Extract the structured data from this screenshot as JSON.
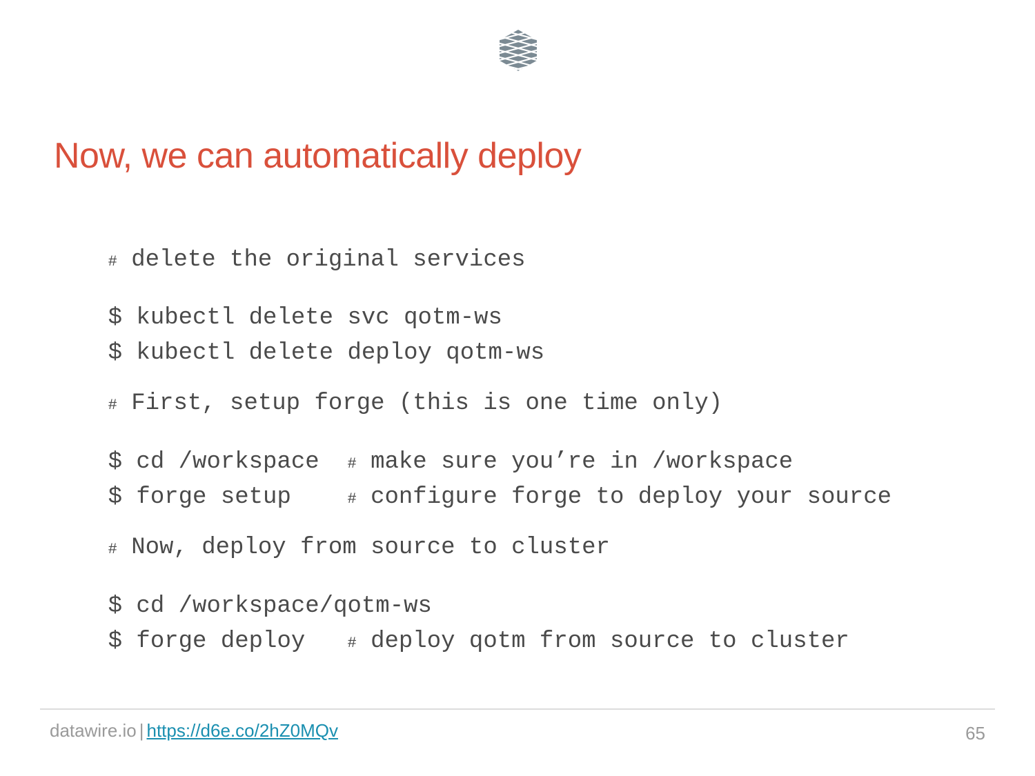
{
  "colors": {
    "title": "#d9503b",
    "code": "#4a4a4a",
    "footer_text": "#9a9a9a",
    "link": "#1a8fb0",
    "logo": "#7b8a93"
  },
  "logo_icon": "lattice-hexagon-icon",
  "title": "Now, we can automatically deploy",
  "code_lines": [
    {
      "kind": "comment",
      "text": "delete the original services"
    },
    {
      "kind": "command",
      "text": "$ kubectl delete svc qotm-ws"
    },
    {
      "kind": "command",
      "text": "$ kubectl delete deploy qotm-ws"
    },
    {
      "kind": "comment",
      "text": "First, setup forge (this is one time only)"
    },
    {
      "kind": "command-with-comment",
      "text": "$ cd /workspace  ",
      "comment": "make sure you’re in /workspace"
    },
    {
      "kind": "command-with-comment",
      "text": "$ forge setup    ",
      "comment": "configure forge to deploy your source"
    },
    {
      "kind": "comment",
      "text": "Now, deploy from source to cluster"
    },
    {
      "kind": "command",
      "text": "$ cd /workspace/qotm-ws"
    },
    {
      "kind": "command-with-comment",
      "text": "$ forge deploy   ",
      "comment": "deploy qotm from source to cluster"
    }
  ],
  "footer": {
    "site": "datawire.io",
    "separator": "|",
    "link": "https://d6e.co/2hZ0MQv",
    "page_number": "65"
  }
}
